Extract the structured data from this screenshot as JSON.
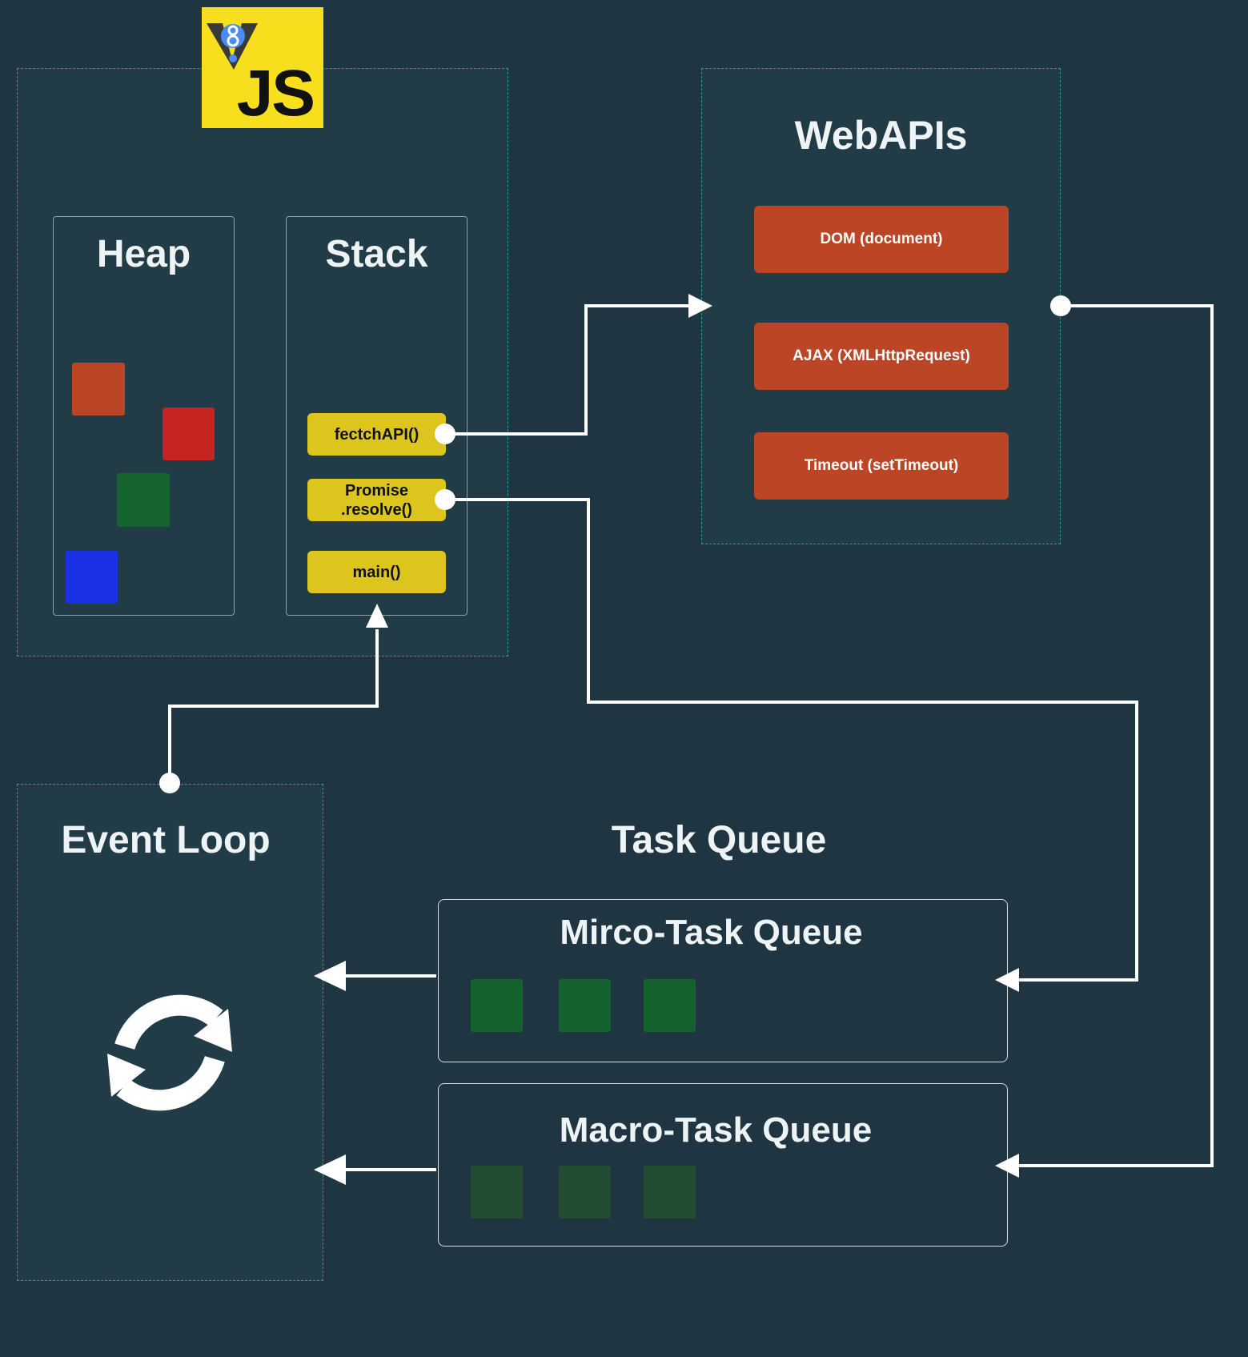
{
  "js_logo": {
    "text": "JS"
  },
  "engine": {
    "heap_title": "Heap",
    "stack_title": "Stack",
    "heap_colors": [
      "#bc4526",
      "#c42521",
      "#15632e",
      "#1a31e3"
    ],
    "stack_frames": [
      {
        "label": "fectchAPI()"
      },
      {
        "label": "Promise\n.resolve()"
      },
      {
        "label": "main()"
      }
    ]
  },
  "webapis": {
    "title": "WebAPIs",
    "items": [
      "DOM (document)",
      "AJAX (XMLHttpRequest)",
      "Timeout (setTimeout)"
    ]
  },
  "event_loop": {
    "title": "Event Loop"
  },
  "task_queue": {
    "title": "Task Queue",
    "micro_title": "Mirco-Task Queue",
    "macro_title": "Macro-Task Queue",
    "micro_color": "#14632f",
    "macro_color": "#234d33"
  },
  "colors": {
    "background": "#203542",
    "arrow": "#ffffff",
    "frame_yellow": "#dcc51c",
    "api_orange": "#bc4526",
    "dashed_border": "#2f9b8e"
  }
}
